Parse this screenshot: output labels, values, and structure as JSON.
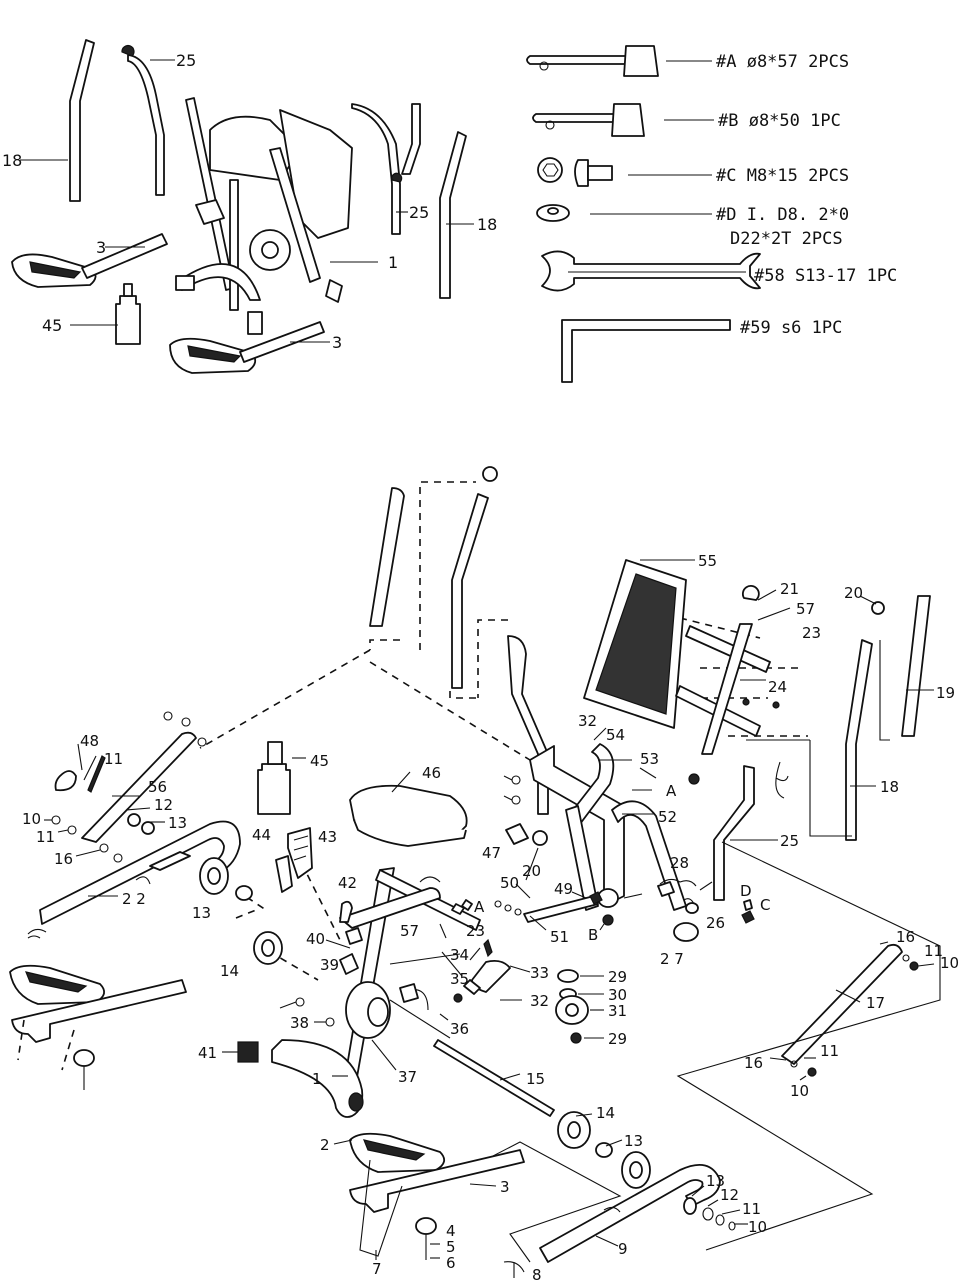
{
  "top_labels": {
    "t25a": "25",
    "t18a": "18",
    "t3a": "3",
    "t45": "45",
    "t25b": "25",
    "t18b": "18",
    "t1": "1",
    "t3b": "3"
  },
  "hardware": {
    "a": "#A ø8*57 2PCS",
    "b": "#B ø8*50 1PC",
    "c": "#C M8*15 2PCS",
    "d1": "#D I. D8. 2*0",
    "d2": "D22*2T 2PCS",
    "w58": "#58 S13-17 1PC",
    "w59": "#59 s6 1PC"
  },
  "callouts": {
    "p1": "1",
    "p2": "2",
    "p3": "3",
    "p4": "4",
    "p5": "5",
    "p6": "6",
    "p7": "7",
    "p8": "8",
    "p9": "9",
    "p10a": "10",
    "p10b": "10",
    "p10c": "10",
    "p10d": "10",
    "p11a": "11",
    "p11b": "11",
    "p11c": "11",
    "p11d": "11",
    "p11e": "11",
    "p12a": "12",
    "p12b": "12",
    "p13a": "13",
    "p13b": "13",
    "p13c": "13",
    "p13d": "13",
    "p14a": "14",
    "p14b": "14",
    "p15": "15",
    "p16a": "16",
    "p16b": "16",
    "p16c": "16",
    "p17": "17",
    "p18": "18",
    "p19": "19",
    "p20a": "20",
    "p20b": "20",
    "p21": "21",
    "p22": "2 2",
    "p23a": "23",
    "p23b": "23",
    "p24": "24",
    "p25": "25",
    "p26": "26",
    "p27": "2 7",
    "p28": "28",
    "p29a": "29",
    "p29b": "29",
    "p30": "30",
    "p31": "31",
    "p32a": "32",
    "p32b": "32",
    "p33": "33",
    "p34": "34",
    "p35": "35",
    "p36": "36",
    "p37": "37",
    "p38": "38",
    "p39": "39",
    "p40": "40",
    "p41": "41",
    "p42": "42",
    "p43": "43",
    "p44": "44",
    "p45": "45",
    "p46": "46",
    "p47": "47",
    "p48": "48",
    "p49": "49",
    "p50": "50",
    "p51": "51",
    "p52": "52",
    "p53": "53",
    "p54": "54",
    "p55": "55",
    "p56": "56",
    "p57a": "57",
    "p57b": "57",
    "lA1": "A",
    "lA2": "A",
    "lB": "B",
    "lC": "C",
    "lD": "D"
  }
}
